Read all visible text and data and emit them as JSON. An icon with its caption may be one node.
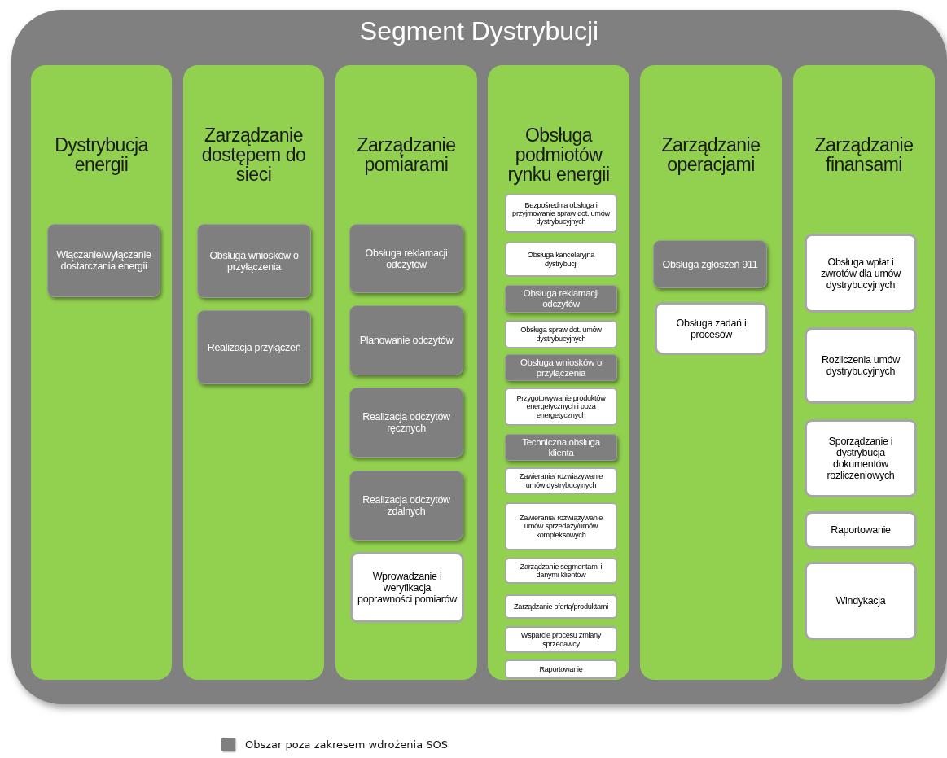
{
  "diagram": {
    "nodes": [
      {
        "text": [
          "Segment Dystrybucji"
        ]
      },
      {
        "text": [
          "Dystrybucja energii"
        ],
        "in": 0
      },
      {
        "text": [
          "Zarządzanie dostępem do sieci"
        ],
        "in": 0
      },
      {
        "text": [
          "Zarządzanie pomiarami"
        ],
        "in": 0
      },
      {
        "text": [
          "Obsługa podmiotów rynku energii"
        ],
        "in": 0
      },
      {
        "text": [
          "Zarządzanie operacjami"
        ],
        "in": 0
      },
      {
        "text": [
          "Zarządzanie finansami"
        ],
        "in": 0
      },
      {
        "text": [
          "Włączanie/wyłączanie dostarczania energii"
        ],
        "in": 1
      },
      {
        "text": [
          "Obsługa wniosków o przyłączenia"
        ],
        "in": 2
      },
      {
        "text": [
          "Realizacja przyłączeń"
        ],
        "in": 2
      },
      {
        "text": [
          "Obsługa reklamacji odczytów"
        ],
        "in": 3
      },
      {
        "text": [
          "Planowanie odczytów"
        ],
        "in": 3
      },
      {
        "text": [
          "Realizacja odczytów ręcznych"
        ],
        "in": 3
      },
      {
        "text": [
          "Realizacja odczytów zdalnych"
        ],
        "in": 3
      },
      {
        "text": [
          "Wprowadzanie i weryfikacja poprawności pomiarów"
        ],
        "in": 3
      },
      {
        "text": [
          "Bezpośrednia obsługa i przyjmowanie spraw dot. umów dystrybucyjnych"
        ],
        "in": 4
      },
      {
        "text": [
          "Obsługa kancelaryjna dystrybucji"
        ],
        "in": 4
      },
      {
        "text": [
          "Obsługa reklamacji odczytów"
        ],
        "in": 4
      },
      {
        "text": [
          "Obsługa spraw dot. umów dystrybucyjnych"
        ],
        "in": 4
      },
      {
        "text": [
          "Obsługa wniosków o przyłączenia"
        ],
        "in": 4
      },
      {
        "text": [
          "Przygotowywanie produktów energetycznych i poza energetycznych"
        ],
        "in": 4
      },
      {
        "text": [
          "Techniczna obsługa klienta"
        ],
        "in": 4
      },
      {
        "text": [
          "Zawieranie/ rozwiązywanie umów dystrybucyjnych"
        ],
        "in": 4
      },
      {
        "text": [
          "Zawieranie/ rozwiązywanie umów sprzedaży/umów kompleksowych"
        ],
        "in": 4
      },
      {
        "text": [
          "Zarządzanie segmentami i danymi klientów"
        ],
        "in": 4
      },
      {
        "text": [
          "Zarządzanie ofertą/produktami"
        ],
        "in": 4
      },
      {
        "text": [
          "Wsparcie procesu zmiany sprzedawcy"
        ],
        "in": 4
      },
      {
        "text": [
          "Raportowanie"
        ],
        "in": 4
      },
      {
        "text": [
          "Obsługa zgłoszeń 911"
        ],
        "in": 5
      },
      {
        "text": [
          "Obsługa zadań i procesów"
        ],
        "in": 5
      },
      {
        "text": [
          "Obsługa wpłat i zwrotów dla umów dystrybucyjnych"
        ],
        "in": 6
      },
      {
        "text": [
          "Rozliczenia umów dystrybucyjnych"
        ],
        "in": 6
      },
      {
        "text": [
          "Sporządzanie i dystrybucja dokumentów rozliczeniowych"
        ],
        "in": 6
      },
      {
        "text": [
          "Raportowanie"
        ],
        "in": 6
      },
      {
        "text": [
          "Windykacja"
        ],
        "in": 6
      }
    ],
    "legend": [
      {
        "text": "Obszar poza zakresem wdrożenia SOS",
        "color": "#7f7f7f"
      }
    ]
  }
}
